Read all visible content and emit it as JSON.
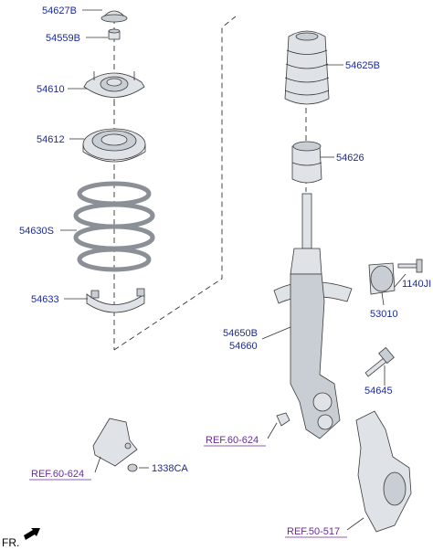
{
  "parts": {
    "top_cap": "54627B",
    "nut": "54559B",
    "upper_mount": "54610",
    "bearing": "54612",
    "coil_spring": "54630S",
    "lower_pad": "54633",
    "dust_cover": "54625B",
    "bump_stopper": "54626",
    "strut_assy_a": "54650B",
    "strut_assy_b": "54660",
    "bushing": "53010",
    "bolt_1140": "1140JI",
    "bolt_54645": "54645",
    "nut_1338": "1338CA"
  },
  "refs": {
    "ref_6024_a": "REF.60-624",
    "ref_6024_b": "REF.60-624",
    "ref_50517": "REF.50-517"
  },
  "direction": {
    "label": "FR."
  }
}
